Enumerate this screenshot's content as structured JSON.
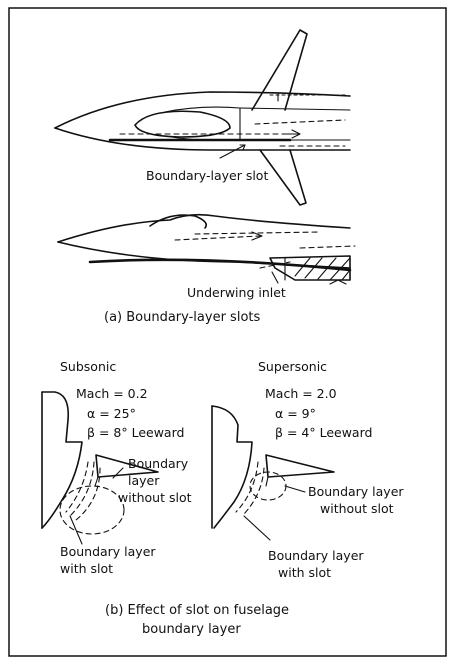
{
  "figure": {
    "border_color": "#111111",
    "panel_a": {
      "label_slot": "Boundary-layer slot",
      "label_inlet": "Underwing inlet",
      "caption": "(a) Boundary-layer slots"
    },
    "panel_b": {
      "subsonic": {
        "heading": "Subsonic",
        "mach": "Mach = 0.2",
        "alpha": "α  = 25°",
        "beta": "β  = 8° Leeward",
        "without_slot_1": "Boundary",
        "without_slot_2": "layer",
        "without_slot_3": "without slot",
        "with_slot_1": "Boundary layer",
        "with_slot_2": "with slot"
      },
      "supersonic": {
        "heading": "Supersonic",
        "mach": "Mach = 2.0",
        "alpha": "α  = 9°",
        "beta": "β  = 4° Leeward",
        "without_slot_1": "Boundary layer",
        "without_slot_2": "without slot",
        "with_slot_1": "Boundary layer",
        "with_slot_2": "with slot"
      },
      "caption_1": "(b)  Effect of slot on fuselage",
      "caption_2": "boundary layer"
    }
  }
}
